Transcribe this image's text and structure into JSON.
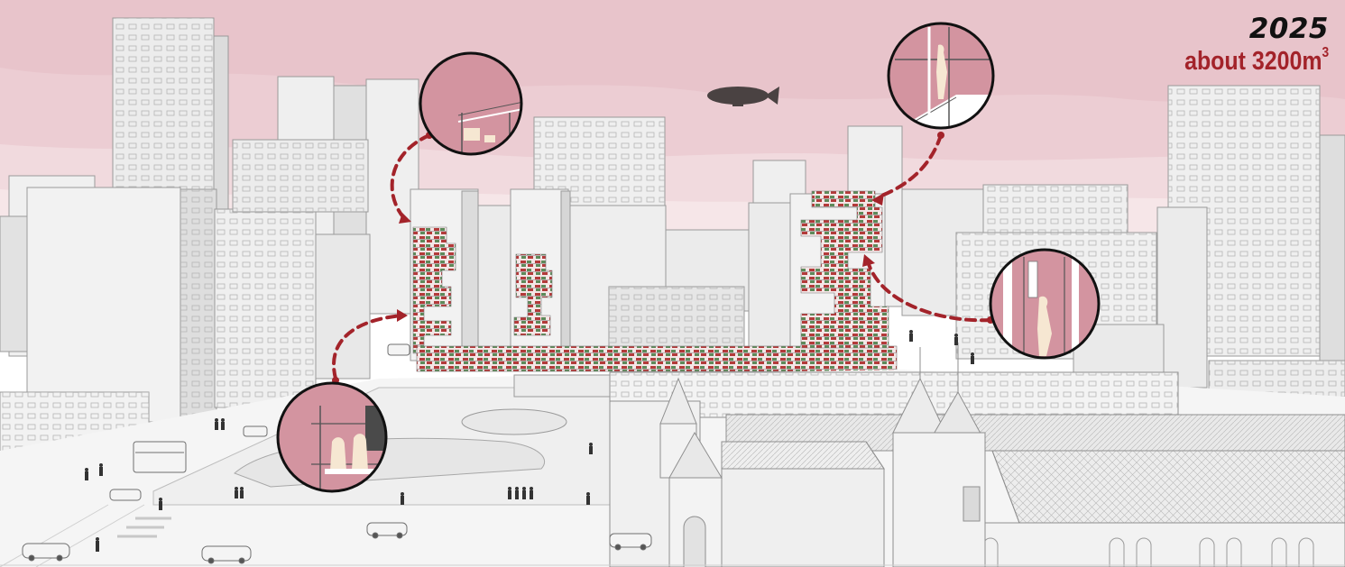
{
  "title": {
    "year": "2025",
    "volume_text": "about 3200m",
    "volume_unit_superscript": "3"
  },
  "colors": {
    "sky": "#e8c4cb",
    "sky_light": "#f3dde1",
    "accent": "#a3232a",
    "arrow": "#a3232a",
    "inset_fill": "#d394a0",
    "building": "#efefef",
    "building_stroke": "#9a9a9a",
    "airship": "#4a4242",
    "module_red": "#b33a3a",
    "module_green": "#5e8a5a"
  },
  "icons": [
    "airship-icon",
    "arrow-icon",
    "inset-detail-icon",
    "person-icon",
    "car-icon",
    "bus-icon",
    "scaffold-icon"
  ],
  "insets": [
    {
      "name": "inset-detail-top-left",
      "depicts": "scaffold-icon"
    },
    {
      "name": "inset-detail-top-right",
      "depicts": "scaffold-icon"
    },
    {
      "name": "inset-detail-right",
      "depicts": "scaffold-icon"
    },
    {
      "name": "inset-detail-bottom-left",
      "depicts": "scaffold-icon"
    }
  ]
}
